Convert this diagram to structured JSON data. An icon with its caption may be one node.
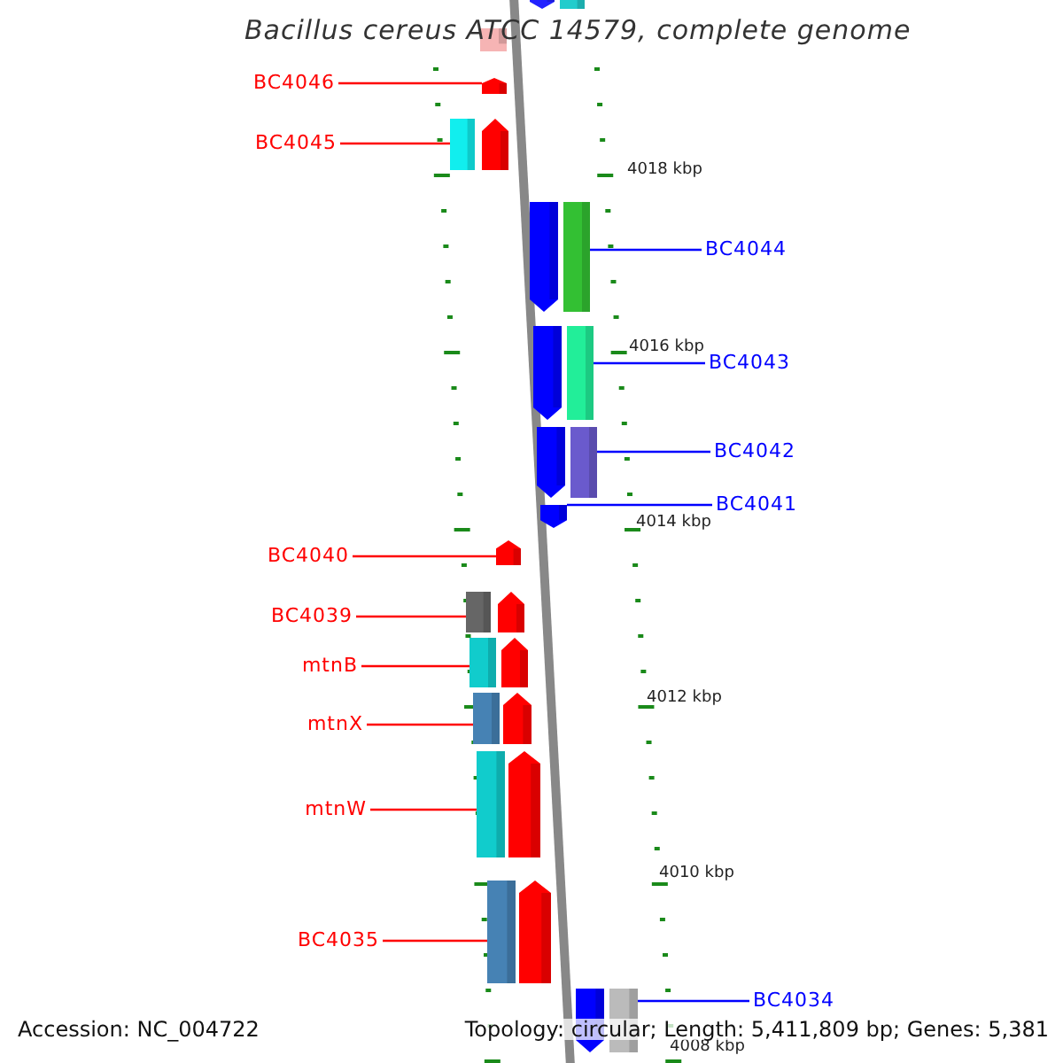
{
  "diagram": {
    "title": "Bacillus cereus ATCC 14579, complete genome",
    "nodes": [
      {
        "text": [],
        "shape": "arrow"
      },
      {
        "text": [],
        "shape": "arrow"
      },
      {
        "text": [
          "BC4046"
        ]
      },
      {
        "text": [],
        "shape": "arrow"
      },
      {
        "text": [
          "BC4045"
        ]
      },
      {
        "text": [],
        "shape": "arrow"
      },
      {
        "text": [],
        "shape": "arrow"
      },
      {
        "text": [
          "BC4044"
        ]
      },
      {
        "text": [],
        "shape": "arrow"
      },
      {
        "text": [
          "BC4043"
        ]
      },
      {
        "text": [],
        "shape": "arrow"
      },
      {
        "text": [
          "BC4042"
        ]
      },
      {
        "text": [],
        "shape": "arrow"
      },
      {
        "text": [
          "BC4041"
        ]
      },
      {
        "text": [
          "BC4040"
        ]
      },
      {
        "text": [],
        "shape": "arrow"
      },
      {
        "text": [
          "BC4039"
        ]
      },
      {
        "text": [],
        "shape": "arrow"
      },
      {
        "text": [
          "mtnB"
        ]
      },
      {
        "text": [],
        "shape": "arrow"
      },
      {
        "text": [
          "mtnX"
        ]
      },
      {
        "text": [],
        "shape": "arrow"
      },
      {
        "text": [
          "mtnW"
        ]
      },
      {
        "text": [],
        "shape": "arrow"
      },
      {
        "text": [
          "BC4035"
        ]
      },
      {
        "text": [],
        "shape": "arrow"
      },
      {
        "text": [],
        "shape": "arrow"
      },
      {
        "text": [
          "BC4034"
        ]
      }
    ],
    "edges": [
      {
        "from": 2,
        "to": 3,
        "arrow": "none"
      },
      {
        "from": 4,
        "to": 5,
        "arrow": "none"
      },
      {
        "from": 7,
        "to": 6,
        "arrow": "none",
        "color": "#0000ff"
      },
      {
        "from": 9,
        "to": 8,
        "arrow": "none",
        "color": "#0000ff"
      },
      {
        "from": 11,
        "to": 10,
        "arrow": "none",
        "color": "#0000ff"
      },
      {
        "from": 13,
        "to": 12,
        "arrow": "none",
        "color": "#0000ff"
      },
      {
        "from": 14,
        "to": 15,
        "arrow": "none"
      },
      {
        "from": 16,
        "to": 17,
        "arrow": "none"
      },
      {
        "from": 18,
        "to": 19,
        "arrow": "none"
      },
      {
        "from": 20,
        "to": 21,
        "arrow": "none"
      },
      {
        "from": 22,
        "to": 23,
        "arrow": "none"
      },
      {
        "from": 24,
        "to": 25,
        "arrow": "none"
      },
      {
        "from": 27,
        "to": 26,
        "arrow": "none",
        "color": "#0000ff"
      }
    ],
    "labels": [
      "4018 kbp",
      "4016 kbp",
      "4014 kbp",
      "4012 kbp",
      "4010 kbp",
      "4008 kbp",
      "Accession: NC_004722",
      "Topology: circular; Length: 5,411,809 bp; Genes: 5,381"
    ]
  }
}
